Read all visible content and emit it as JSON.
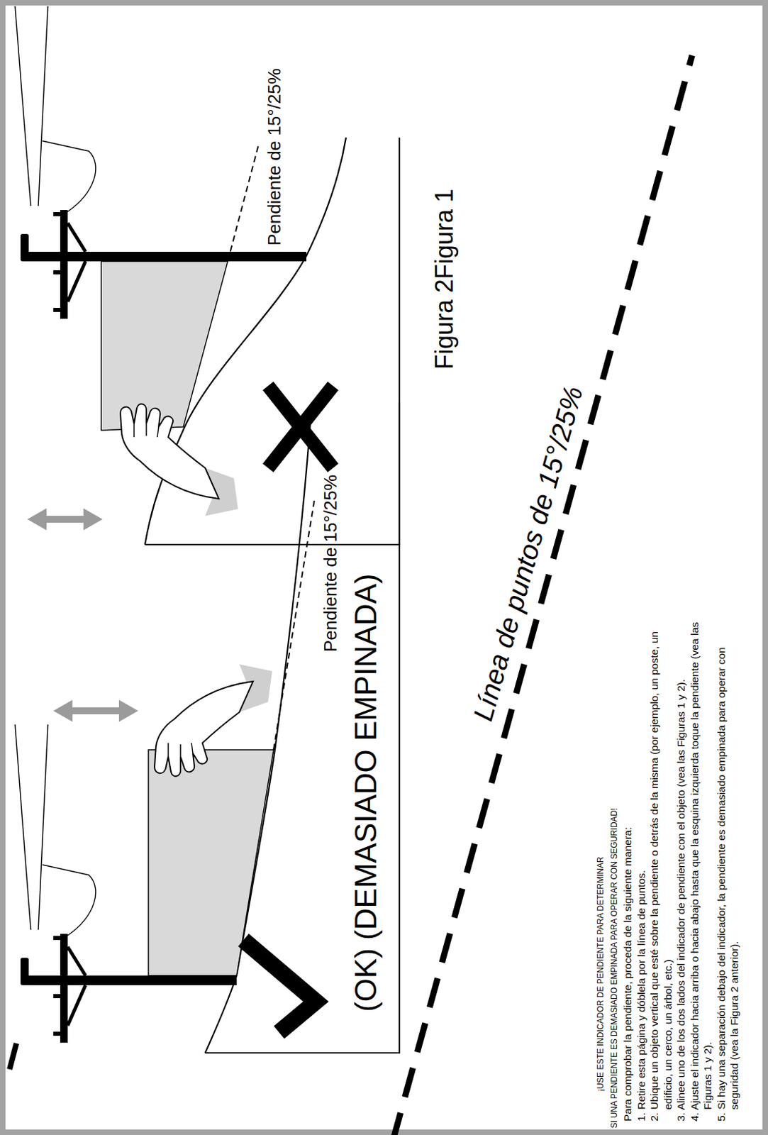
{
  "diagram": {
    "labels": [
      "(OK) (DEMASIADO EMPINADA)",
      "Pendiente de 15°/25%",
      "Pendiente de 15°/25%",
      "Figura 2Figura 1",
      "Línea de puntos de 15°/25%",
      "¡USE ESTE INDICADOR DE PENDIENTE PARA DETERMINAR",
      "SI UNA PENDIENTE ES DEMASIADO EMPINADA PARA OPERAR CON SEGURIDAD!",
      "Para comprobar la pendiente, proceda de la siguiente manera:",
      "1. Retire esta página y dóblela por la línea de puntos.",
      "2. Ubique un objeto vertical que esté sobre la pendiente o detrás de la misma (por ejemplo, un poste, un edificio, un cerco, un árbol, etc.)",
      "3. Alinee uno de los dos lados del indicador de pendiente con el objeto (vea las Figuras 1 y 2).",
      "4. Ajuste el indicador hacia arriba o hacia abajo hasta que la esquina izquierda toque la pendiente (vea las Figuras 1 y 2).",
      "5. Si hay una separación debajo del indicador, la pendiente es demasiado empinada para operar con seguridad (vea la Figura 2 anterior)."
    ]
  }
}
